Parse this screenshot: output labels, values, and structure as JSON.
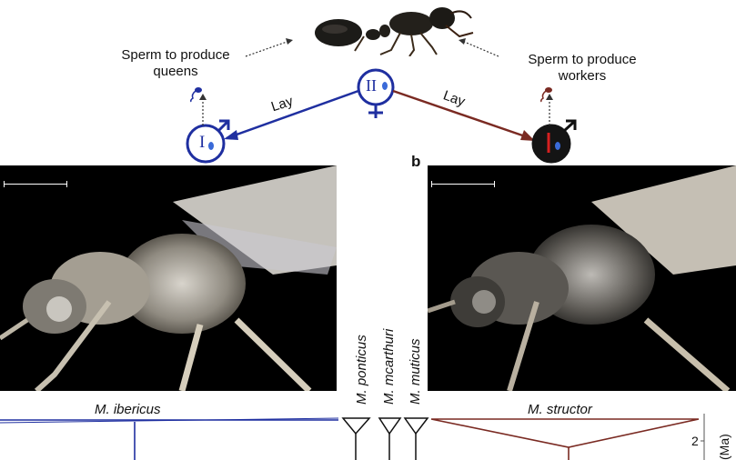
{
  "diagram": {
    "sperm_queens_label": "Sperm to produce queens",
    "sperm_workers_label": "Sperm to produce workers",
    "lay_left": "Lay",
    "lay_right": "Lay",
    "queen_symbol": "II",
    "male_left_symbol": "I",
    "male_right_symbol": "I",
    "colors": {
      "blue": "#1f2fa0",
      "red": "#7a2a22",
      "dark": "#111111"
    }
  },
  "panel_b_label": "b",
  "phylogeny": {
    "species": [
      "M. ibericus",
      "M. ponticus",
      "M. mcarthuri",
      "M. muticus",
      "M. structor"
    ],
    "axis_label": "(Ma)",
    "axis_ticks": [
      "2"
    ]
  },
  "icons": [
    "ant-photo",
    "sperm-icon",
    "male-symbol-icon",
    "female-symbol-icon",
    "egg-icon"
  ]
}
